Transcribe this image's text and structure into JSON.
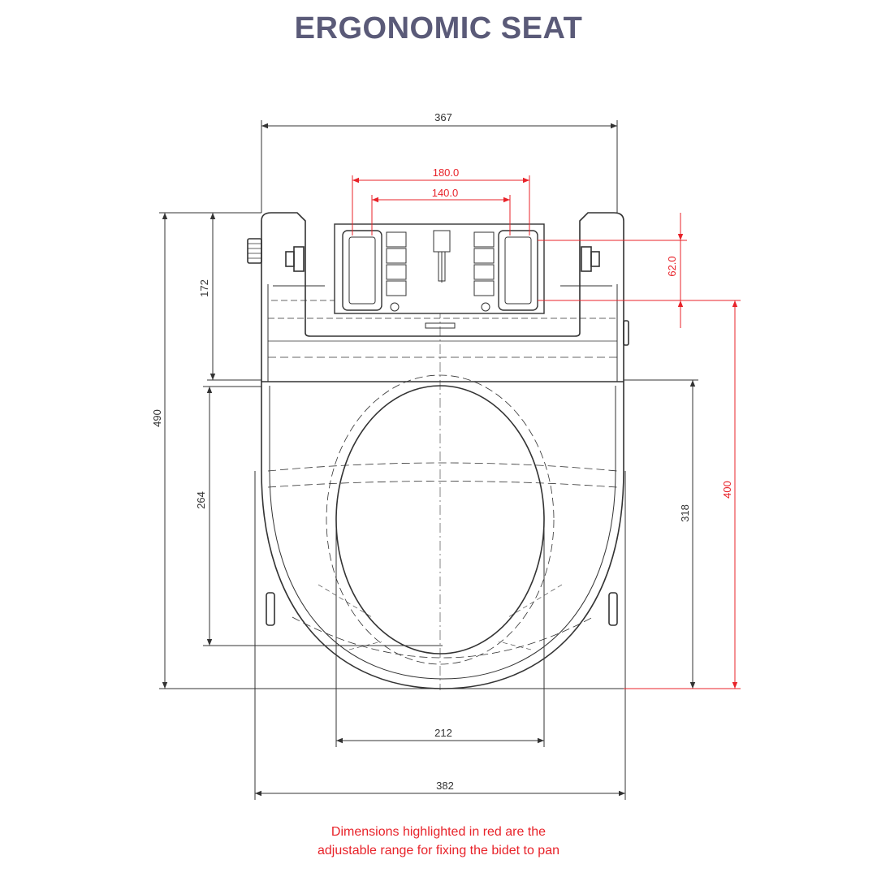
{
  "title": "ERGONOMIC SEAT",
  "dimensions": {
    "overall_top_width": "367",
    "mount_outer": "180.0",
    "mount_inner": "140.0",
    "mount_depth": "62.0",
    "hinge_depth": "172",
    "overall_length": "490",
    "opening_length": "264",
    "seat_length": "318",
    "adjust_range": "400",
    "opening_width": "212",
    "overall_width": "382"
  },
  "colors": {
    "title": "#5a5a78",
    "line": "#333333",
    "highlight": "#e8232a"
  },
  "note": {
    "line1": "Dimensions highlighted in red are the",
    "line2": "adjustable range for fixing the bidet to pan"
  }
}
